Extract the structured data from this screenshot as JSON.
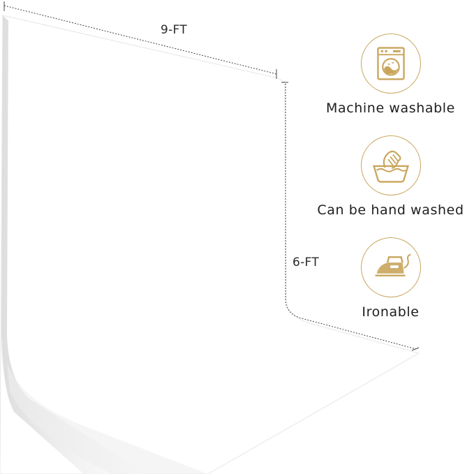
{
  "dimensions": {
    "width_label": "9-FT",
    "height_label": "6-FT"
  },
  "features": [
    {
      "icon": "washing-machine-icon",
      "label": "Machine washable"
    },
    {
      "icon": "hand-wash-icon",
      "label": "Can be hand washed"
    },
    {
      "icon": "iron-icon",
      "label": "Ironable"
    }
  ],
  "colors": {
    "accent": "#c9a55c",
    "backdrop": "#ffffff",
    "text": "#1e1e1e"
  }
}
